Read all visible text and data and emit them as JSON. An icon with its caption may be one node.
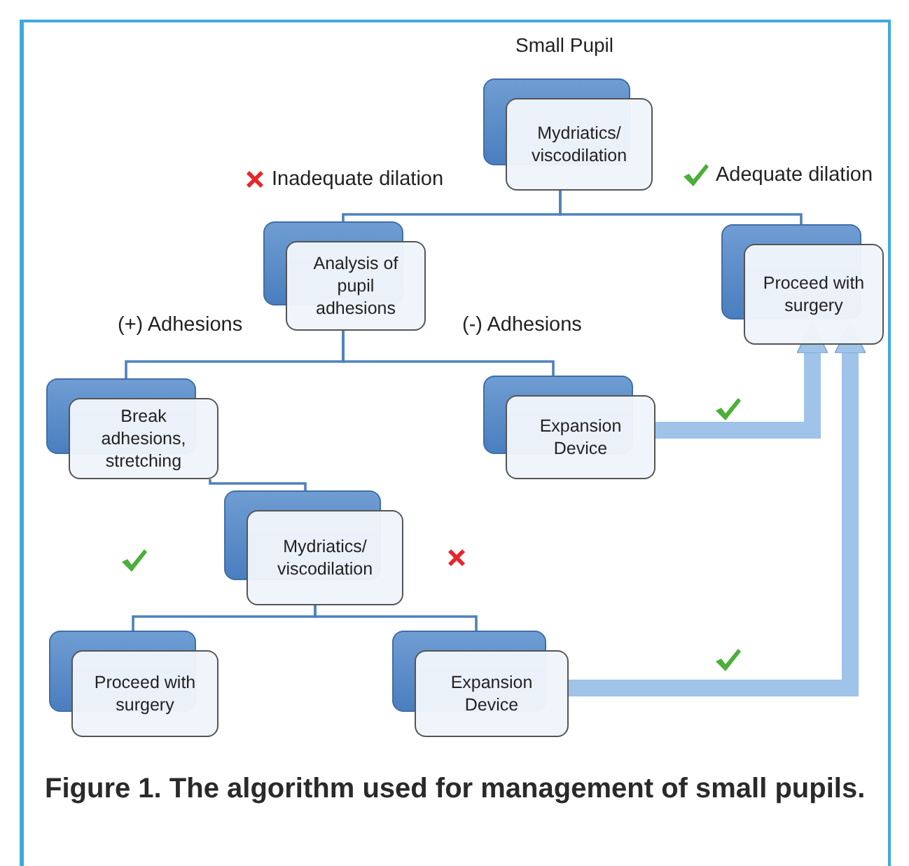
{
  "diagram": {
    "caption": "Figure 1.  The algorithm used for management of small pupils.",
    "nodes": [
      {
        "text": [
          "Mydriatics/ viscodilation"
        ],
        "beside": [
          "Small Pupil"
        ]
      },
      {
        "text": [
          "Analysis of pupil adhesions"
        ]
      },
      {
        "text": [
          "Proceed with surgery"
        ]
      },
      {
        "text": [
          "Break adhesions, stretching"
        ]
      },
      {
        "text": [
          "Expansion Device"
        ]
      },
      {
        "text": [
          "Mydriatics/ viscodilation"
        ]
      },
      {
        "text": [
          "Proceed with surgery"
        ]
      },
      {
        "text": [
          "Expansion Device"
        ]
      }
    ],
    "edges": [
      {
        "from": 0,
        "to": 1,
        "arrow": "none",
        "label": "Inadequate dilation"
      },
      {
        "from": 0,
        "to": 2,
        "arrow": "none",
        "label": "Adequate dilation"
      },
      {
        "from": 1,
        "to": 3,
        "arrow": "none",
        "label": "(+) Adhesions"
      },
      {
        "from": 1,
        "to": 4,
        "arrow": "none",
        "label": "(-) Adhesions"
      },
      {
        "from": 3,
        "to": 5,
        "arrow": "none"
      },
      {
        "from": 5,
        "to": 6,
        "arrow": "none"
      },
      {
        "from": 5,
        "to": 7,
        "arrow": "none"
      },
      {
        "from": 4,
        "to": 2,
        "arrow": "to",
        "style": "thick",
        "color": "#9fc3e9"
      },
      {
        "from": 7,
        "to": 2,
        "arrow": "to",
        "style": "thick",
        "color": "#9fc3e9"
      }
    ]
  }
}
